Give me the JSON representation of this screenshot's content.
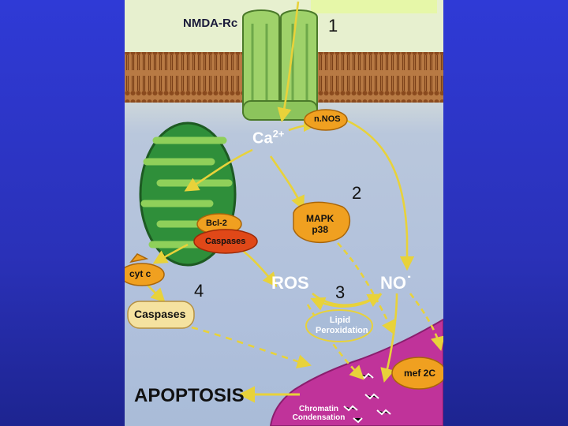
{
  "labels": {
    "receptor": "NMDA-Rc",
    "calcium": "Ca",
    "calcium_sup": "2+",
    "nnos": "n.NOS",
    "bcl2": "Bcl-2",
    "caspases_mito": "Caspases",
    "mapk_line1": "MAPK",
    "mapk_line2": "p38",
    "cytc": "cyt c",
    "caspases": "Caspases",
    "ros": "ROS",
    "no": "NO",
    "no_sup": "˙",
    "lipid_line1": "Lipid",
    "lipid_line2": "Peroxidation",
    "mef2c": "mef 2C",
    "apoptosis": "APOPTOSIS",
    "chromatin_line1": "Chromatin",
    "chromatin_line2": "Condensation"
  },
  "steps": {
    "s1": "1",
    "s2": "2",
    "s3": "3",
    "s4": "4"
  },
  "colors": {
    "background": "#2f3ad6",
    "membrane": "#a0602c",
    "receptor": "#9fd26a",
    "mitochondria": "#2f8f3a",
    "mito_cristae": "#8fd05a",
    "protein_orange": "#f0a020",
    "caspase_red": "#e04818",
    "arrow": "#e8d23a",
    "nucleus": "#c0339a"
  }
}
